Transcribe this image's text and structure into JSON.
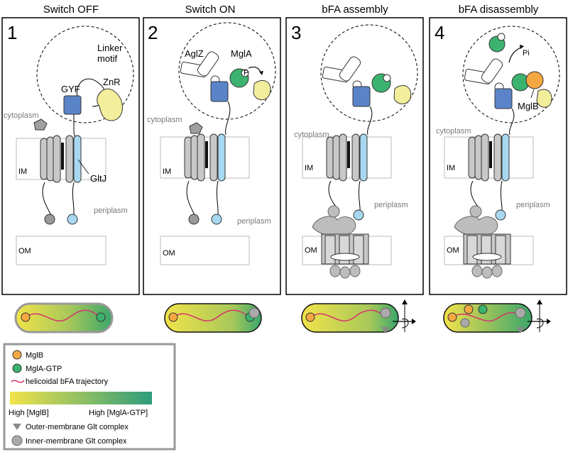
{
  "panels": [
    {
      "title": "Switch OFF",
      "number": "1"
    },
    {
      "title": "Switch ON",
      "number": "2"
    },
    {
      "title": "bFA assembly",
      "number": "3"
    },
    {
      "title": "bFA disassembly",
      "number": "4"
    }
  ],
  "labels": {
    "linker_motif_1": "Linker",
    "linker_motif_2": "motif",
    "gyf": "GYF",
    "znr": "ZnR",
    "gltj": "GltJ",
    "aglz": "AglZ",
    "mgla": "MglA",
    "mglb": "MglB",
    "p": "P",
    "pi": "Pi",
    "cytoplasm": "cytoplasm",
    "im": "IM",
    "om": "OM",
    "periplasm": "periplasm"
  },
  "legend": {
    "mglb": "MglB",
    "mgla_gtp": "MglA-GTP",
    "trajectory": "helicoidal bFA trajectory",
    "high_mglb": "High [MglB]",
    "high_mgla": "High [MglA-GTP]",
    "outer_complex": "Outer-membrane Glt complex",
    "inner_complex": "Inner-membrane Glt complex"
  },
  "colors": {
    "mglb": "#f5a742",
    "mgla": "#3bb36f",
    "gyf": "#5b84c8",
    "znr": "#f3ee9c",
    "gltj": "#a8d8f0",
    "trajectory": "#d6336c",
    "gradient_start": "#f2e34a",
    "gradient_end": "#3aa66a"
  }
}
